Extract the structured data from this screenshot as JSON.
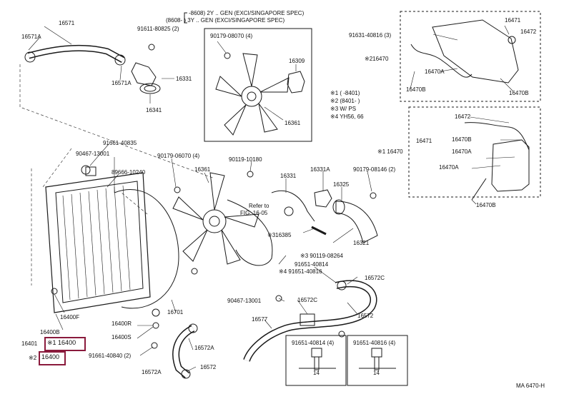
{
  "labels": {
    "l16571": "16571",
    "l16571A_1": "16571A",
    "l16571A_2": "16571A",
    "l91611_80825": "91611-80825 (2)",
    "l16331": "16331",
    "l16341": "16341",
    "hdr1": "-8608) 2Y .. GEN (EXCI/SINGAPORE SPEC)",
    "hdr2": "(8608-     ) 3Y .. GEN (EXCI/SINGAPORE SPEC)",
    "l90179_08070_4": "90179-08070 (4)",
    "l16309": "16309",
    "l16361_top": "16361",
    "note1": "※1 (       -8401)",
    "note2": "※2 (8401-        )",
    "note3": "※3 W/ PS",
    "note4": "※4 YH56, 66",
    "l91631_40816": "91631-40816 (3)",
    "l16470_a": "※216470",
    "l16471_a": "16471",
    "l16472_a": "16472",
    "l16470A_a": "16470A",
    "l16470B_a1": "16470B",
    "l16470B_a2": "16470B",
    "l16472_b": "16472",
    "l16471_b": "16471",
    "l16470B_b": "16470B",
    "l16470A_b1": "16470A",
    "l16470_b": "※1 16470",
    "l16470A_b2": "16470A",
    "l16470B_b2": "16470B",
    "l91661_40835": "91661-40835",
    "l90467_13001_a": "90467-13001",
    "l89666_10240": "89666-10240",
    "l90179_06070_4": "90179-06070 (4)",
    "l16361_mid": "16361",
    "l90119_10180": "90119-10180",
    "l16331_mid": "16331",
    "l16331A": "16331A",
    "l90179_08146_2": "90179-08146 (2)",
    "l16325": "16325",
    "refer": "Refer to",
    "refer2": "FIG. 16-05",
    "l16385": "※316385",
    "l16321": "16321",
    "l90119_08264": "※3 90119-08264",
    "l91651_40814_4": "91651-40814",
    "l91651_40816_4": "※4 91651-40816",
    "l16572C_a": "16572C",
    "l16572": "16572",
    "l16572C_b": "16572C",
    "l90467_13001_b": "90467-13001",
    "l16577": "16577",
    "l16701": "16701",
    "l16400F": "16400F",
    "l16400B": "16400B",
    "l16401": "16401",
    "l16400_1": "※1 16400",
    "l16400_2": "16400",
    "star2": "※2",
    "l16400R": "16400R",
    "l16400S": "16400S",
    "l91661_40840_2": "91661-40840 (2)",
    "l16572A_a": "16572A",
    "l16572A_b": "16572A",
    "l16572_b": "16572",
    "box1": "91651-40814 (4)",
    "box2": "91651-40816 (4)",
    "dim14a": "14",
    "dim14b": "14",
    "footer": "MA  6470-H"
  },
  "colors": {
    "line": "#1a1a1a",
    "highlight": "#8a1a3c",
    "background": "#ffffff"
  }
}
